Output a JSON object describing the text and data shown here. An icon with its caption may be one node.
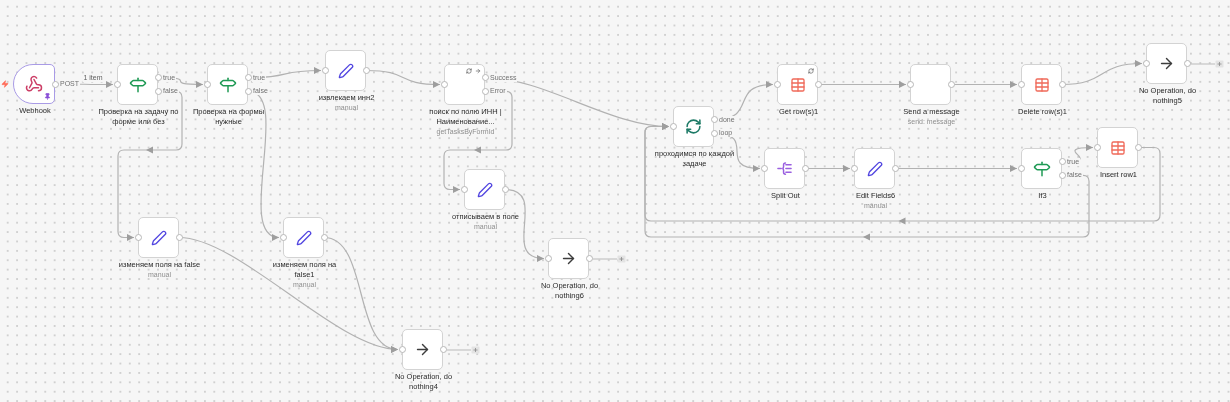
{
  "diagram": {
    "nodes": [
      {
        "text": [
          "Webhook"
        ],
        "beside": [
          "POST"
        ]
      },
      {
        "text": [
          "Проверка на задачу по форме или без"
        ],
        "beside": [
          "true",
          "false"
        ]
      },
      {
        "text": [
          "Проверка на формы нужные"
        ],
        "beside": [
          "true",
          "false"
        ]
      },
      {
        "text": [
          "извлекаем инн2",
          "manual"
        ]
      },
      {
        "text": [
          "поиск по полю ИНН |Наименование...",
          "getTasksByFormId"
        ],
        "beside": [
          "Success",
          "Error"
        ]
      },
      {
        "text": [
          "изменяем поля на false",
          "manual"
        ]
      },
      {
        "text": [
          "изменяем поля на false1",
          "manual"
        ]
      },
      {
        "text": [
          "отписываем в поле",
          "manual"
        ]
      },
      {
        "text": [
          "No Operation, do nothing6"
        ]
      },
      {
        "text": [
          "No Operation, do nothing4"
        ]
      },
      {
        "text": [
          "проходимся по каждой задаче"
        ],
        "beside": [
          "done",
          "loop"
        ]
      },
      {
        "text": [
          "Get row(s)1"
        ]
      },
      {
        "text": [
          "Send a message",
          "send: message"
        ]
      },
      {
        "text": [
          "Delete row(s)1"
        ]
      },
      {
        "text": [
          "No Operation, do nothing5"
        ]
      },
      {
        "text": [
          "Split Out"
        ]
      },
      {
        "text": [
          "Edit Fields6",
          "manual"
        ]
      },
      {
        "text": [
          "If3"
        ],
        "beside": [
          "true",
          "false"
        ]
      },
      {
        "text": [
          "Insert row1"
        ]
      }
    ],
    "edges": [
      {
        "from": 0,
        "to": 1,
        "arrow": "to",
        "label": "1 item"
      },
      {
        "from": 1,
        "to": 2,
        "arrow": "to"
      },
      {
        "from": 1,
        "to": 5,
        "arrow": "to"
      },
      {
        "from": 2,
        "to": 3,
        "arrow": "to"
      },
      {
        "from": 2,
        "to": 6,
        "arrow": "to"
      },
      {
        "from": 3,
        "to": 4,
        "arrow": "to"
      },
      {
        "from": 4,
        "to": 10,
        "arrow": "to"
      },
      {
        "from": 4,
        "to": 7,
        "arrow": "to"
      },
      {
        "from": 7,
        "to": 8,
        "arrow": "to"
      },
      {
        "from": 5,
        "to": 9,
        "arrow": "to"
      },
      {
        "from": 6,
        "to": 9,
        "arrow": "to"
      },
      {
        "from": 10,
        "to": 11,
        "arrow": "to"
      },
      {
        "from": 10,
        "to": 15,
        "arrow": "to"
      },
      {
        "from": 11,
        "to": 12,
        "arrow": "to"
      },
      {
        "from": 12,
        "to": 13,
        "arrow": "to"
      },
      {
        "from": 13,
        "to": 14,
        "arrow": "to"
      },
      {
        "from": 15,
        "to": 16,
        "arrow": "to"
      },
      {
        "from": 16,
        "to": 17,
        "arrow": "to"
      },
      {
        "from": 17,
        "to": 18,
        "arrow": "to"
      },
      {
        "from": 18,
        "to": 10,
        "arrow": "to"
      },
      {
        "from": 17,
        "to": 10,
        "arrow": "to"
      }
    ]
  }
}
